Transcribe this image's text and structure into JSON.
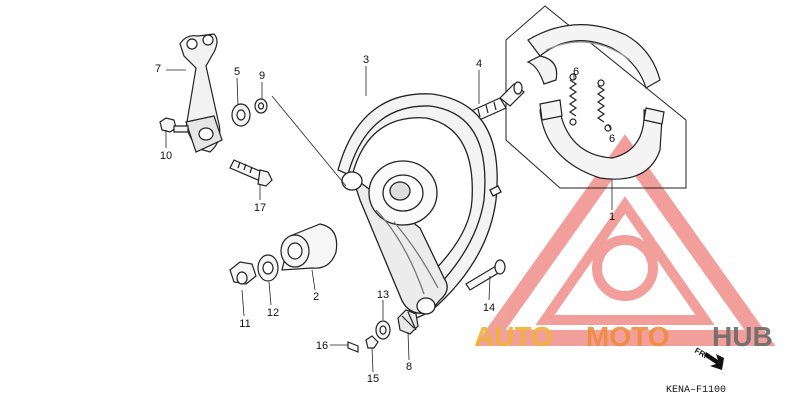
{
  "diagram": {
    "callouts": {
      "c1": "1",
      "c2": "2",
      "c3": "3",
      "c4": "4",
      "c5": "5",
      "c6a": "6",
      "c6b": "6",
      "c7": "7",
      "c8": "8",
      "c9": "9",
      "c10": "10",
      "c11": "11",
      "c12": "12",
      "c13": "13",
      "c14": "14",
      "c15": "15",
      "c16": "16",
      "c17": "17"
    },
    "drawing_code": "KENA–F1100",
    "direction_label": "FR."
  },
  "watermark": {
    "part1": "AUTO",
    "part2": "MOTO",
    "part3": "HUB",
    "colors": {
      "auto": "#f2b233",
      "moto": "#f08c3c",
      "hub": "#6b6b6b",
      "triangle": "#e8524a"
    }
  }
}
